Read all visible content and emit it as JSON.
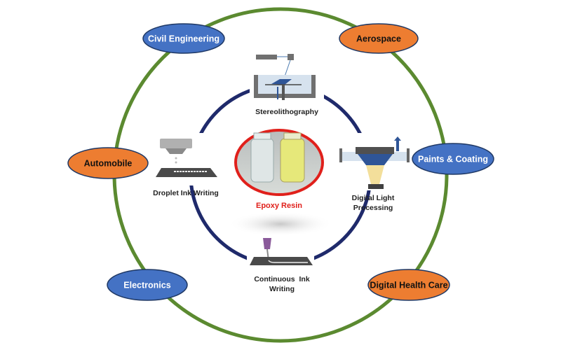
{
  "center": {
    "label": "Epoxy Resin",
    "label_color": "#e0201b"
  },
  "methods": [
    {
      "label_lines": [
        "Stereolithography"
      ]
    },
    {
      "label_lines": [
        "Droplet Ink Writing"
      ]
    },
    {
      "label_lines": [
        "Digital Light",
        "Processing"
      ]
    },
    {
      "label_lines": [
        "Continuous  Ink",
        "Writing"
      ]
    }
  ],
  "applications": [
    {
      "label": "Civil Engineering",
      "color": "#4472c4"
    },
    {
      "label": "Aerospace",
      "color": "#ed7d31"
    },
    {
      "label": "Automobile",
      "color": "#ed7d31"
    },
    {
      "label": "Paints & Coating",
      "color": "#4472c4"
    },
    {
      "label": "Electronics",
      "color": "#4472c4"
    },
    {
      "label": "Digital Health Care",
      "color": "#ed7d31"
    }
  ],
  "colors": {
    "outer_ring": "#5b8a30",
    "inner_ring": "#1f2a6b",
    "ellipse_border": "#1f3864"
  }
}
